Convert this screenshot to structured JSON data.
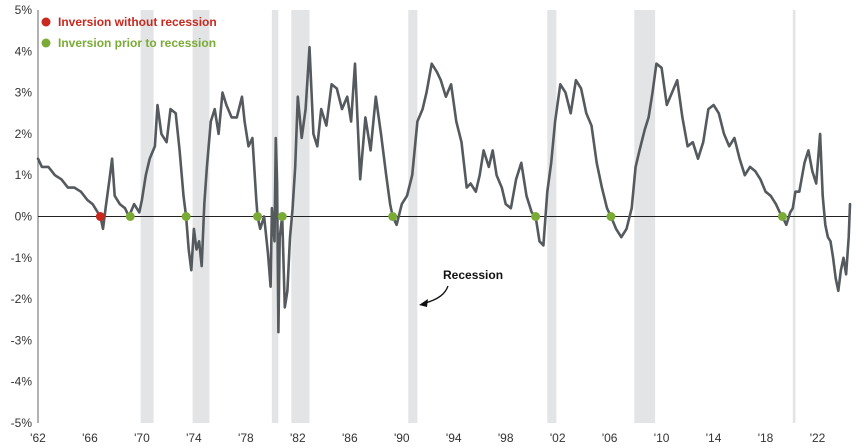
{
  "chart_data": {
    "type": "line",
    "y_unit": "%",
    "ylim": [
      -5,
      5
    ],
    "yticks": [
      5,
      4,
      3,
      2,
      1,
      0,
      -1,
      -2,
      -3,
      -4,
      -5
    ],
    "ytick_labels": [
      "5%",
      "4%",
      "3%",
      "2%",
      "1%",
      "0%",
      "-1%",
      "-2%",
      "-3%",
      "-4%",
      "-5%"
    ],
    "xlim": [
      1962,
      2024.5
    ],
    "xticks": [
      1962,
      1966,
      1970,
      1974,
      1978,
      1982,
      1986,
      1990,
      1994,
      1998,
      2002,
      2006,
      2010,
      2014,
      2018,
      2022
    ],
    "xtick_labels": [
      "'62",
      "'66",
      "'70",
      "'74",
      "'78",
      "'82",
      "'86",
      "'90",
      "'94",
      "'98",
      "'02",
      "'06",
      "'10",
      "'14",
      "'18",
      "'22"
    ],
    "grid": false,
    "legend": {
      "placement": "top-left",
      "entries": [
        {
          "label": "Inversion without recession",
          "color": "#c8281e"
        },
        {
          "label": "Inversion prior to recession",
          "color": "#7aab36"
        }
      ]
    },
    "annotation": {
      "text": "Recession"
    },
    "recessions": [
      [
        1969.9,
        1970.9
      ],
      [
        1973.9,
        1975.2
      ],
      [
        1980.0,
        1980.5
      ],
      [
        1981.5,
        1982.9
      ],
      [
        1990.5,
        1991.2
      ],
      [
        2001.2,
        2001.9
      ],
      [
        2007.9,
        2009.5
      ],
      [
        2020.1,
        2020.3
      ]
    ],
    "inversion_points": [
      {
        "x": 1966.8,
        "y": 0,
        "type": "without_recession"
      },
      {
        "x": 1969.1,
        "y": 0,
        "type": "prior_to_recession"
      },
      {
        "x": 1973.4,
        "y": 0,
        "type": "prior_to_recession"
      },
      {
        "x": 1978.9,
        "y": 0,
        "type": "prior_to_recession"
      },
      {
        "x": 1980.8,
        "y": 0,
        "type": "prior_to_recession"
      },
      {
        "x": 1989.3,
        "y": 0,
        "type": "prior_to_recession"
      },
      {
        "x": 2000.3,
        "y": 0,
        "type": "prior_to_recession"
      },
      {
        "x": 2006.1,
        "y": 0,
        "type": "prior_to_recession"
      },
      {
        "x": 2019.3,
        "y": 0,
        "type": "prior_to_recession"
      }
    ],
    "series": [
      {
        "color": "#555a5f",
        "points": [
          [
            1962.0,
            1.4
          ],
          [
            1962.3,
            1.2
          ],
          [
            1962.8,
            1.2
          ],
          [
            1963.3,
            1.0
          ],
          [
            1963.8,
            0.9
          ],
          [
            1964.3,
            0.7
          ],
          [
            1964.8,
            0.7
          ],
          [
            1965.3,
            0.6
          ],
          [
            1965.8,
            0.4
          ],
          [
            1966.2,
            0.3
          ],
          [
            1966.6,
            0.1
          ],
          [
            1966.8,
            0.0
          ],
          [
            1967.0,
            -0.3
          ],
          [
            1967.2,
            0.2
          ],
          [
            1967.5,
            0.9
          ],
          [
            1967.7,
            1.4
          ],
          [
            1967.9,
            0.5
          ],
          [
            1968.3,
            0.3
          ],
          [
            1968.7,
            0.2
          ],
          [
            1969.0,
            0.0
          ],
          [
            1969.4,
            0.3
          ],
          [
            1969.8,
            0.1
          ],
          [
            1970.0,
            0.4
          ],
          [
            1970.3,
            1.0
          ],
          [
            1970.6,
            1.4
          ],
          [
            1971.0,
            1.7
          ],
          [
            1971.2,
            2.7
          ],
          [
            1971.5,
            2.0
          ],
          [
            1971.9,
            1.8
          ],
          [
            1972.2,
            2.6
          ],
          [
            1972.6,
            2.5
          ],
          [
            1972.9,
            1.6
          ],
          [
            1973.2,
            0.5
          ],
          [
            1973.4,
            0.0
          ],
          [
            1973.6,
            -0.8
          ],
          [
            1973.8,
            -1.3
          ],
          [
            1974.0,
            -0.3
          ],
          [
            1974.2,
            -0.8
          ],
          [
            1974.4,
            -0.6
          ],
          [
            1974.6,
            -1.2
          ],
          [
            1974.8,
            0.3
          ],
          [
            1975.0,
            1.2
          ],
          [
            1975.3,
            2.3
          ],
          [
            1975.6,
            2.6
          ],
          [
            1975.9,
            2.0
          ],
          [
            1976.2,
            3.0
          ],
          [
            1976.5,
            2.7
          ],
          [
            1976.9,
            2.4
          ],
          [
            1977.3,
            2.4
          ],
          [
            1977.7,
            2.9
          ],
          [
            1977.9,
            2.3
          ],
          [
            1978.2,
            1.7
          ],
          [
            1978.5,
            1.9
          ],
          [
            1978.8,
            0.4
          ],
          [
            1978.9,
            0.0
          ],
          [
            1979.1,
            -0.3
          ],
          [
            1979.4,
            0.0
          ],
          [
            1979.7,
            -0.9
          ],
          [
            1979.9,
            -1.7
          ],
          [
            1980.0,
            0.2
          ],
          [
            1980.2,
            -0.6
          ],
          [
            1980.3,
            1.9
          ],
          [
            1980.4,
            0.8
          ],
          [
            1980.5,
            -2.8
          ],
          [
            1980.6,
            -0.5
          ],
          [
            1980.8,
            0.0
          ],
          [
            1981.0,
            -2.2
          ],
          [
            1981.2,
            -1.8
          ],
          [
            1981.4,
            -0.5
          ],
          [
            1981.6,
            0.2
          ],
          [
            1981.8,
            1.2
          ],
          [
            1982.0,
            2.9
          ],
          [
            1982.3,
            1.9
          ],
          [
            1982.6,
            2.6
          ],
          [
            1982.9,
            4.1
          ],
          [
            1983.2,
            2.0
          ],
          [
            1983.5,
            1.7
          ],
          [
            1983.8,
            2.6
          ],
          [
            1984.2,
            2.2
          ],
          [
            1984.6,
            3.2
          ],
          [
            1985.0,
            3.1
          ],
          [
            1985.4,
            2.6
          ],
          [
            1985.8,
            2.9
          ],
          [
            1986.1,
            2.3
          ],
          [
            1986.4,
            3.7
          ],
          [
            1986.8,
            0.9
          ],
          [
            1987.2,
            2.4
          ],
          [
            1987.6,
            1.6
          ],
          [
            1988.0,
            2.9
          ],
          [
            1988.4,
            2.0
          ],
          [
            1988.8,
            1.0
          ],
          [
            1989.1,
            0.3
          ],
          [
            1989.3,
            0.0
          ],
          [
            1989.6,
            -0.2
          ],
          [
            1990.0,
            0.3
          ],
          [
            1990.4,
            0.5
          ],
          [
            1990.8,
            1.0
          ],
          [
            1991.2,
            2.3
          ],
          [
            1991.6,
            2.6
          ],
          [
            1991.9,
            3.0
          ],
          [
            1992.3,
            3.7
          ],
          [
            1992.7,
            3.5
          ],
          [
            1993.0,
            3.3
          ],
          [
            1993.4,
            2.9
          ],
          [
            1993.8,
            3.2
          ],
          [
            1994.2,
            2.3
          ],
          [
            1994.6,
            1.8
          ],
          [
            1995.0,
            0.7
          ],
          [
            1995.3,
            0.8
          ],
          [
            1995.7,
            0.6
          ],
          [
            1996.0,
            1.0
          ],
          [
            1996.3,
            1.6
          ],
          [
            1996.7,
            1.2
          ],
          [
            1997.0,
            1.6
          ],
          [
            1997.3,
            1.0
          ],
          [
            1997.7,
            0.7
          ],
          [
            1998.0,
            0.3
          ],
          [
            1998.4,
            0.2
          ],
          [
            1998.8,
            0.9
          ],
          [
            1999.2,
            1.3
          ],
          [
            1999.6,
            0.5
          ],
          [
            2000.0,
            0.1
          ],
          [
            2000.3,
            0.0
          ],
          [
            2000.6,
            -0.6
          ],
          [
            2000.9,
            -0.7
          ],
          [
            2001.2,
            0.6
          ],
          [
            2001.5,
            1.3
          ],
          [
            2001.8,
            2.3
          ],
          [
            2002.2,
            3.2
          ],
          [
            2002.6,
            3.0
          ],
          [
            2003.0,
            2.5
          ],
          [
            2003.4,
            3.3
          ],
          [
            2003.8,
            3.1
          ],
          [
            2004.2,
            2.5
          ],
          [
            2004.6,
            2.2
          ],
          [
            2005.0,
            1.3
          ],
          [
            2005.4,
            0.7
          ],
          [
            2005.8,
            0.2
          ],
          [
            2006.1,
            0.0
          ],
          [
            2006.5,
            -0.3
          ],
          [
            2006.9,
            -0.5
          ],
          [
            2007.3,
            -0.3
          ],
          [
            2007.7,
            0.2
          ],
          [
            2008.0,
            1.2
          ],
          [
            2008.3,
            1.6
          ],
          [
            2008.7,
            2.1
          ],
          [
            2009.0,
            2.4
          ],
          [
            2009.3,
            3.0
          ],
          [
            2009.6,
            3.7
          ],
          [
            2010.0,
            3.6
          ],
          [
            2010.4,
            2.7
          ],
          [
            2010.8,
            3.0
          ],
          [
            2011.2,
            3.3
          ],
          [
            2011.6,
            2.4
          ],
          [
            2012.0,
            1.7
          ],
          [
            2012.4,
            1.8
          ],
          [
            2012.8,
            1.4
          ],
          [
            2013.2,
            1.8
          ],
          [
            2013.6,
            2.6
          ],
          [
            2014.0,
            2.7
          ],
          [
            2014.4,
            2.5
          ],
          [
            2014.8,
            2.0
          ],
          [
            2015.2,
            1.7
          ],
          [
            2015.6,
            1.9
          ],
          [
            2016.0,
            1.4
          ],
          [
            2016.4,
            1.0
          ],
          [
            2016.8,
            1.2
          ],
          [
            2017.2,
            1.1
          ],
          [
            2017.6,
            0.9
          ],
          [
            2018.0,
            0.6
          ],
          [
            2018.4,
            0.5
          ],
          [
            2018.8,
            0.3
          ],
          [
            2019.1,
            0.1
          ],
          [
            2019.3,
            0.0
          ],
          [
            2019.6,
            -0.2
          ],
          [
            2019.9,
            0.1
          ],
          [
            2020.1,
            0.2
          ],
          [
            2020.3,
            0.6
          ],
          [
            2020.6,
            0.6
          ],
          [
            2021.0,
            1.3
          ],
          [
            2021.3,
            1.6
          ],
          [
            2021.6,
            1.1
          ],
          [
            2021.9,
            0.8
          ],
          [
            2022.2,
            2.0
          ],
          [
            2022.4,
            0.5
          ],
          [
            2022.6,
            -0.2
          ],
          [
            2022.8,
            -0.5
          ],
          [
            2023.0,
            -0.6
          ],
          [
            2023.2,
            -1.0
          ],
          [
            2023.4,
            -1.5
          ],
          [
            2023.6,
            -1.8
          ],
          [
            2023.8,
            -1.3
          ],
          [
            2024.0,
            -1.0
          ],
          [
            2024.2,
            -1.4
          ],
          [
            2024.4,
            -0.5
          ],
          [
            2024.5,
            0.3
          ]
        ]
      }
    ]
  }
}
